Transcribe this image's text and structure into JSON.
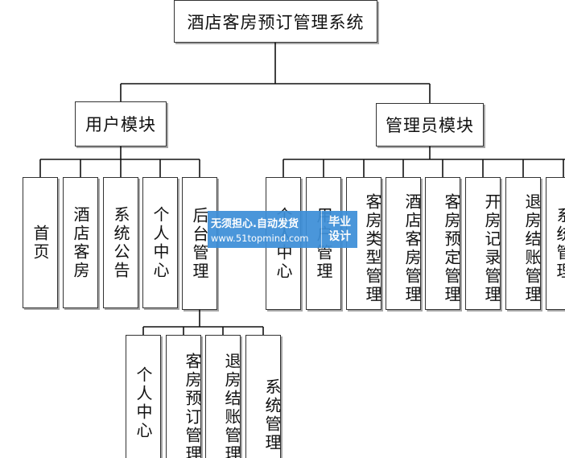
{
  "title": "酒店客房预订管理系统",
  "user_module": {
    "label": "用户模块",
    "items": [
      "首页",
      "酒店客房",
      "系统公告",
      "个人中心",
      "后台管理"
    ],
    "backend_items": [
      "个人中心",
      "客房预订管理",
      "退房结账管理",
      "系统管理"
    ]
  },
  "admin_module": {
    "label": "管理员模块",
    "items": [
      "个人中心",
      "用户管理",
      "客房类型管理",
      "酒店客房管理",
      "客房预定管理",
      "开房记录管理",
      "退房结账管理",
      "系统管理"
    ]
  },
  "watermark": {
    "line1": "无须担心.自动发货",
    "line2": "www.51topmind.com",
    "badge_line1": "毕业",
    "badge_line2": "设计"
  }
}
